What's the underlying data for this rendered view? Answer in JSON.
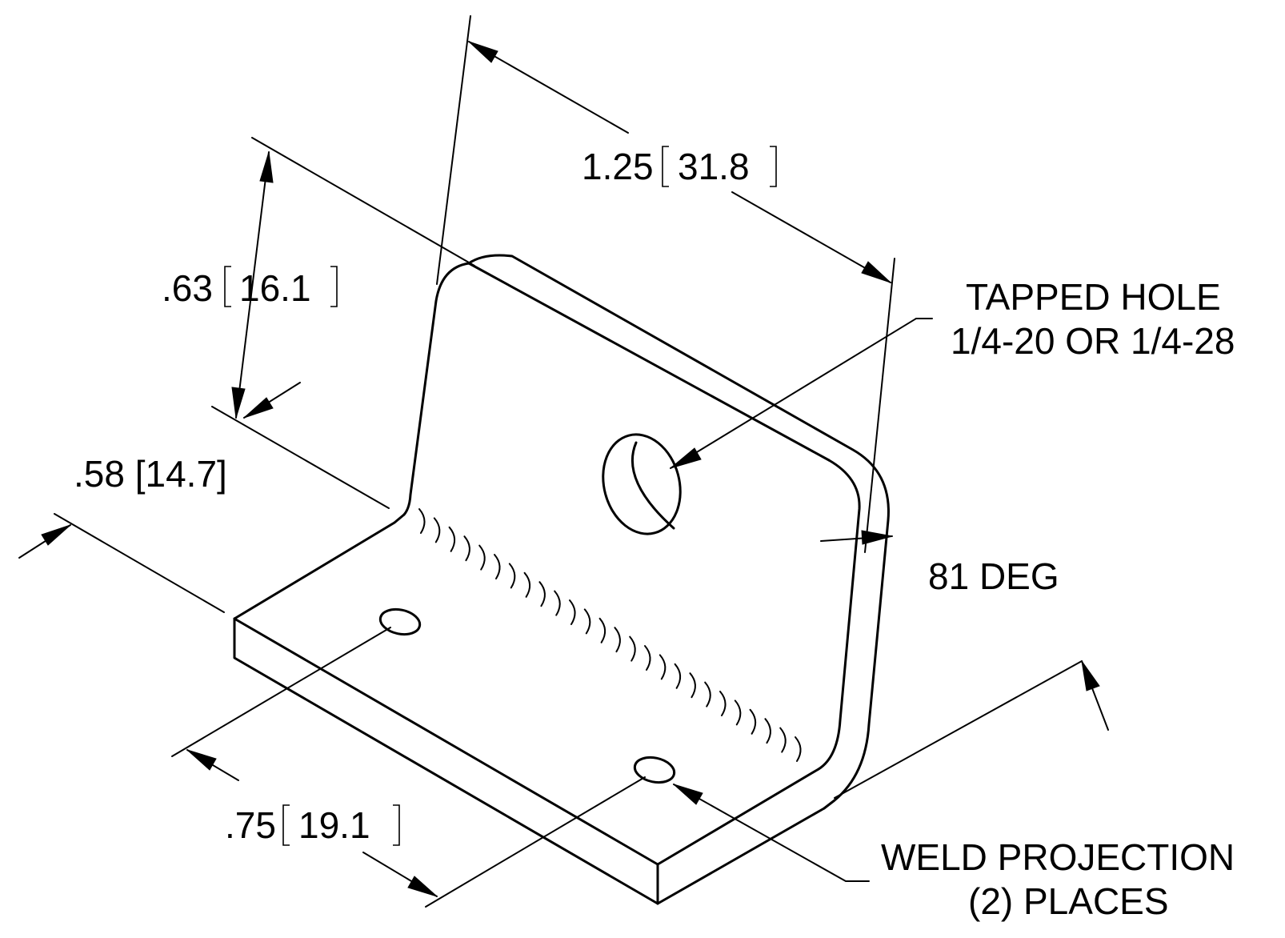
{
  "dimensions": {
    "width": {
      "inch": "1.25",
      "mm": "31.8"
    },
    "height": {
      "inch": ".63",
      "mm": "16.1"
    },
    "flange": {
      "label": ".58 [14.7]"
    },
    "hole_spacing": {
      "inch": ".75",
      "mm": "19.1"
    },
    "angle": {
      "label": "81 DEG"
    }
  },
  "notes": {
    "tapped_hole": {
      "line1": "TAPPED HOLE",
      "line2": "1/4-20 OR 1/4-28"
    },
    "weld_projection": {
      "line1": "WELD PROJECTION",
      "line2": "(2) PLACES"
    }
  }
}
